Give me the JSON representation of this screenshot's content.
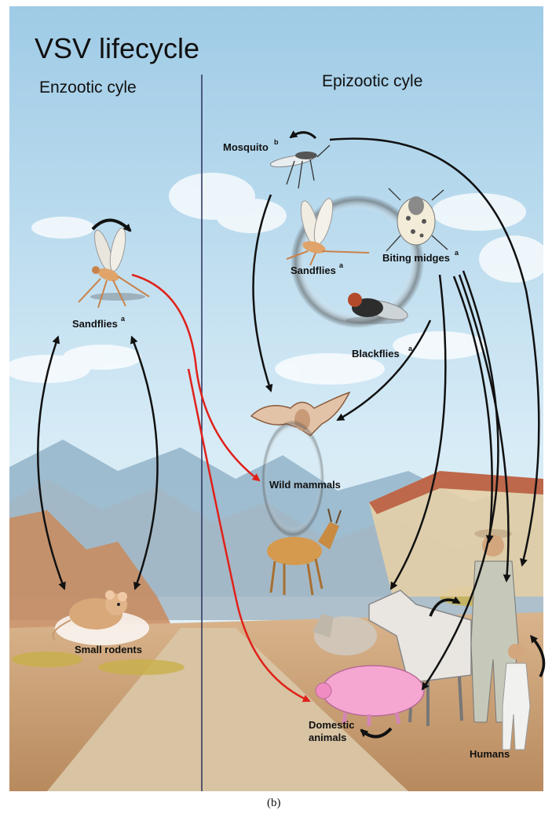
{
  "title": "VSV lifecycle",
  "sections": {
    "left": "Enzootic cyle",
    "right": "Epizootic cyle"
  },
  "labels": {
    "mosquito": {
      "text": "Mosquito",
      "sup": "b"
    },
    "sandflies_left": {
      "text": "Sandflies",
      "sup": "a"
    },
    "sandflies_right": {
      "text": "Sandflies",
      "sup": "a"
    },
    "biting_midges": {
      "text": "Biting midges",
      "sup": "a"
    },
    "blackflies": {
      "text": "Blackflies",
      "sup": "a"
    },
    "wild_mammals": "Wild mammals",
    "small_rodents": "Small rodents",
    "domestic_line1": "Domestic",
    "domestic_line2": "animals",
    "humans": "Humans"
  },
  "caption": "(b)",
  "colors": {
    "sky_top": "#a9d2ea",
    "sky_bottom": "#dceef7",
    "ground": "#c9a27a",
    "arrow_black": "#111111",
    "arrow_red": "#e0211a",
    "divider": "#2a2f5a"
  }
}
